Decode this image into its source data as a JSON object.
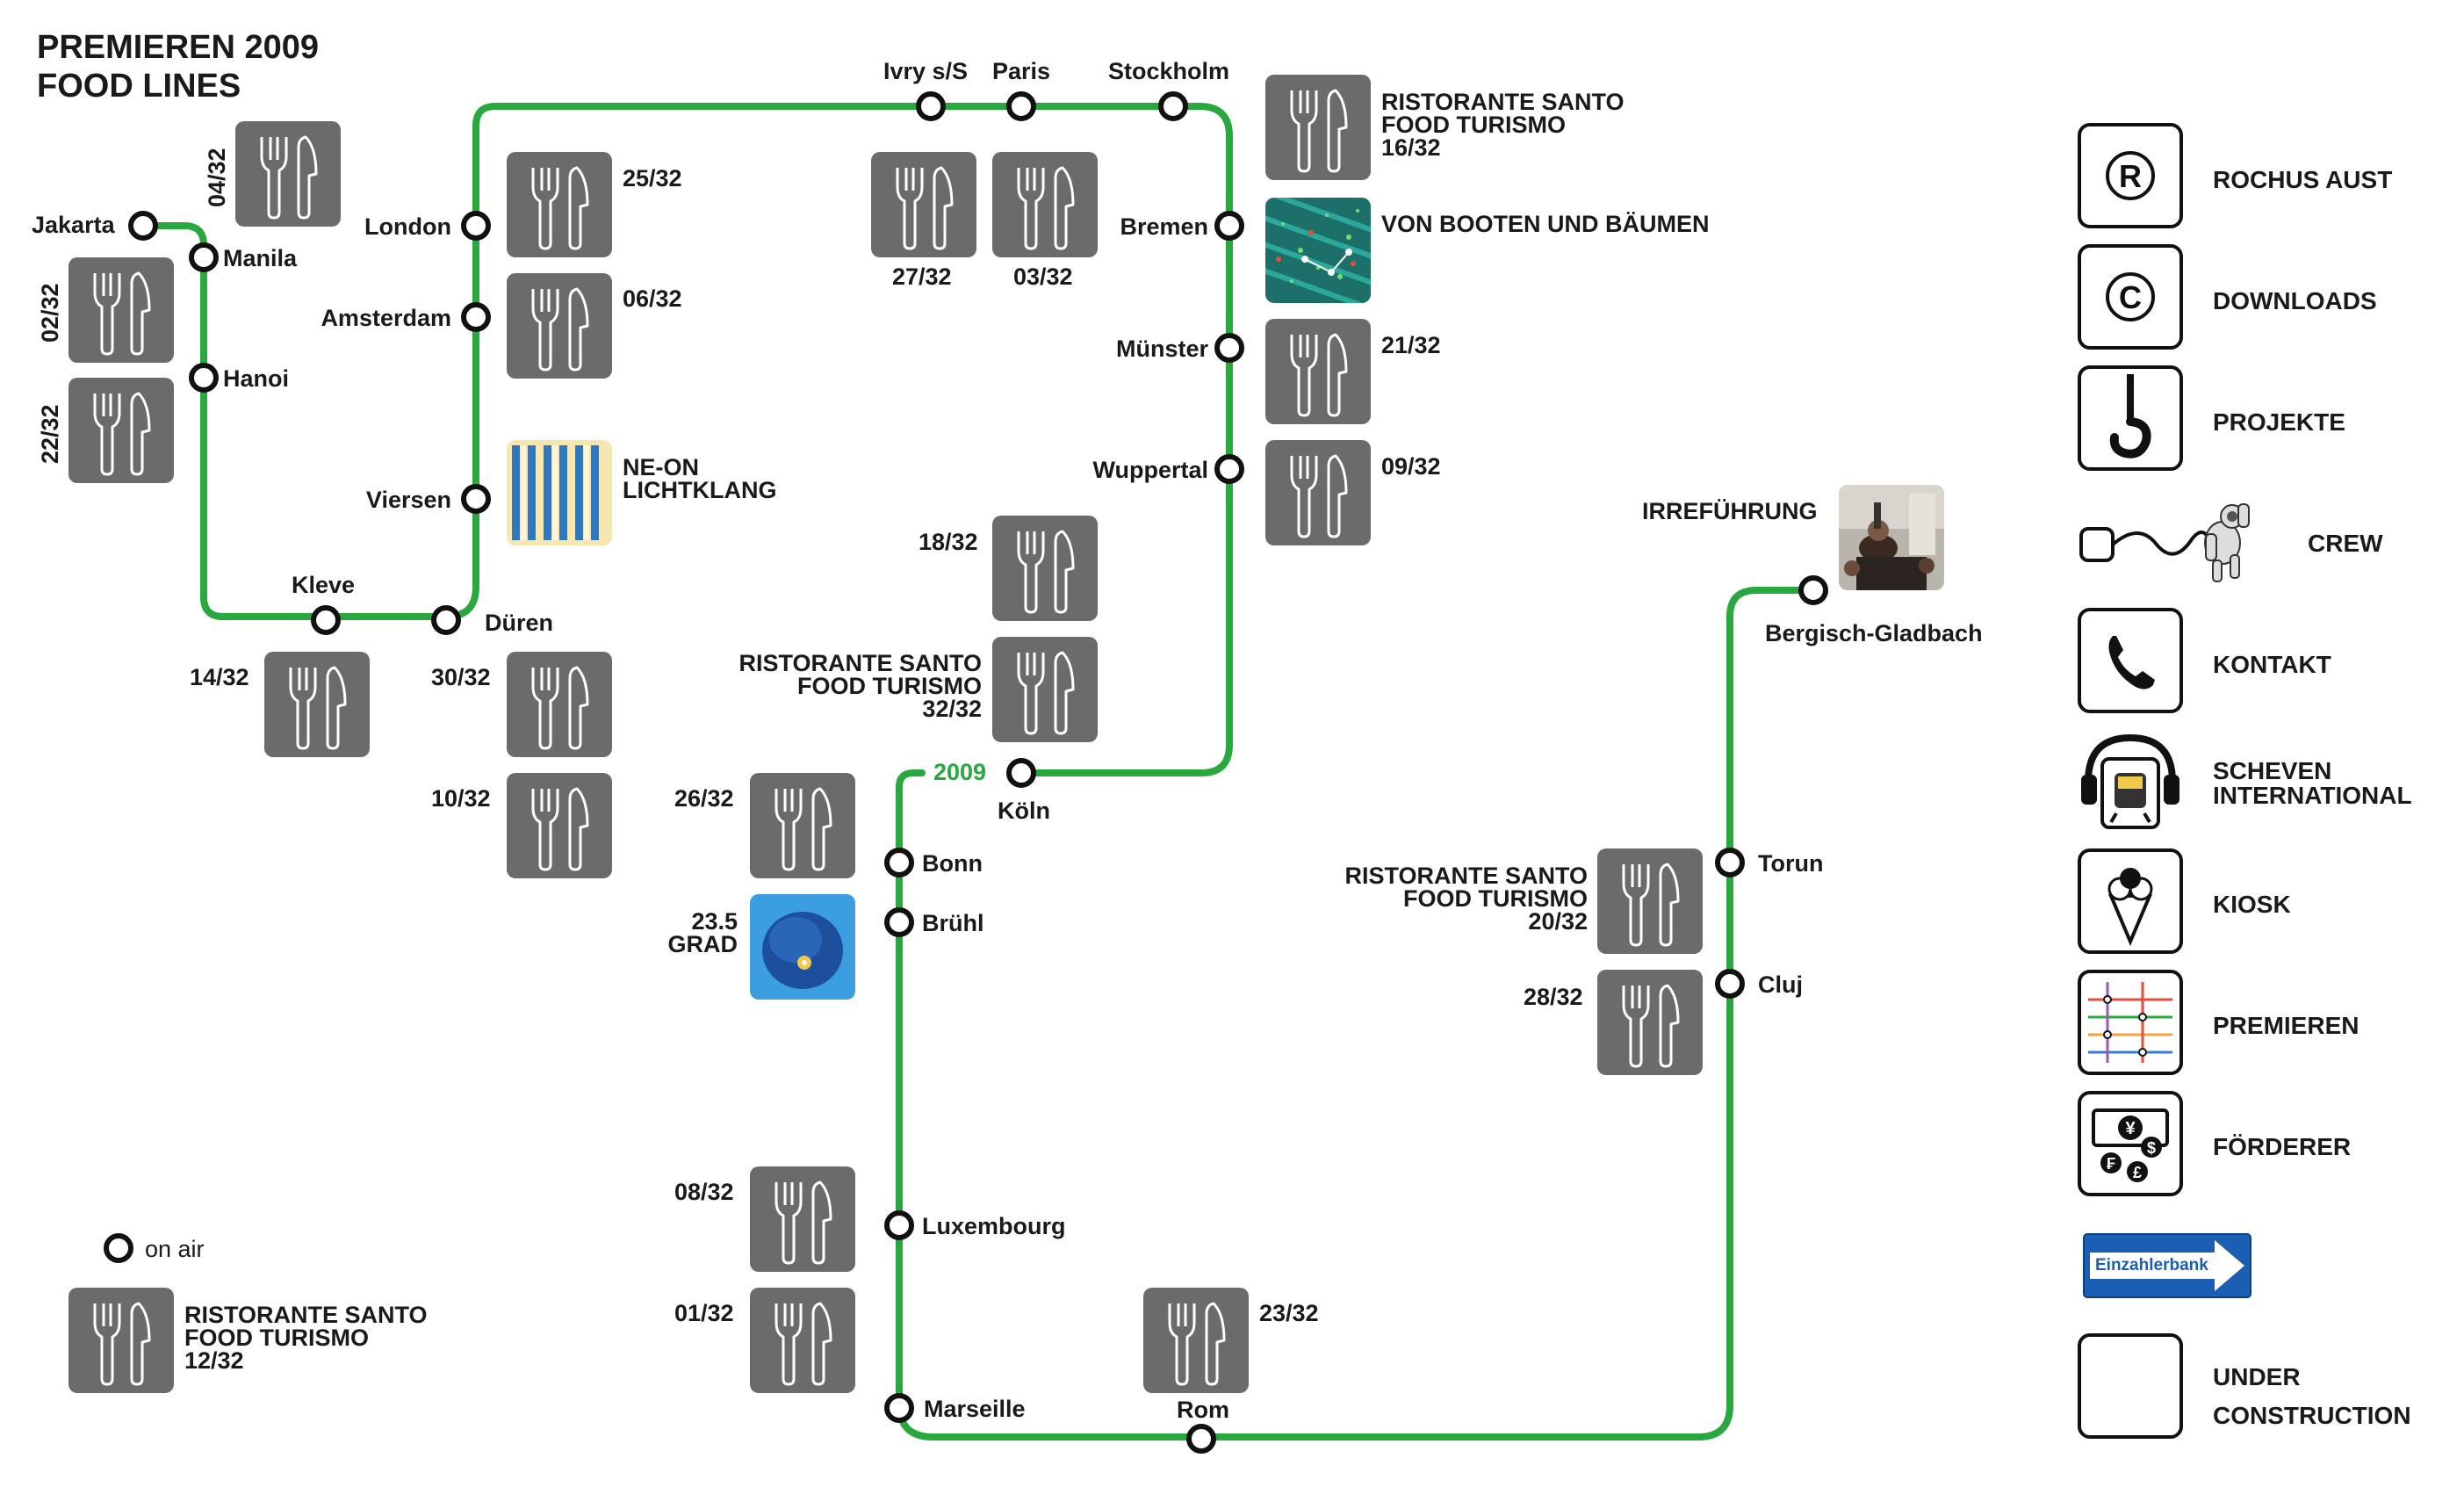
{
  "header": {
    "line1": "PREMIEREN 2009",
    "line2": "FOOD LINES"
  },
  "colors": {
    "line": "#2aa840",
    "tile": "#6b6b6b",
    "year": "#2aa840"
  },
  "stations": {
    "jakarta": "Jakarta",
    "manila": "Manila",
    "hanoi": "Hanoi",
    "kleve": "Kleve",
    "dueren": "Düren",
    "viersen": "Viersen",
    "amsterdam": "Amsterdam",
    "london": "London",
    "ivry": "Ivry s/S",
    "paris": "Paris",
    "stockholm": "Stockholm",
    "bremen": "Bremen",
    "muenster": "Münster",
    "wuppertal": "Wuppertal",
    "koeln": "Köln",
    "year": "2009",
    "bonn": "Bonn",
    "bruehl": "Brühl",
    "luxembourg": "Luxembourg",
    "marseille": "Marseille",
    "rom": "Rom",
    "cluj": "Cluj",
    "torun": "Torun",
    "bergisch": "Bergisch-Gladbach"
  },
  "tiles": {
    "t04": "04/32",
    "t02": "02/32",
    "t22": "22/32",
    "t25": "25/32",
    "t06": "06/32",
    "t14": "14/32",
    "t30": "30/32",
    "t10": "10/32",
    "t27": "27/32",
    "t03": "03/32",
    "t21": "21/32",
    "t09": "09/32",
    "t18": "18/32",
    "t26": "26/32",
    "t08": "08/32",
    "t01": "01/32",
    "t23": "23/32",
    "t28": "28/32"
  },
  "labels": {
    "santo16": [
      "RISTORANTE SANTO",
      "FOOD TURISMO",
      "16/32"
    ],
    "santo32": [
      "RISTORANTE SANTO",
      "FOOD TURISMO",
      "32/32"
    ],
    "santo20": [
      "RISTORANTE SANTO",
      "FOOD TURISMO",
      "20/32"
    ],
    "santo12": [
      "RISTORANTE SANTO",
      "FOOD TURISMO",
      "12/32"
    ],
    "booten": "VON BOOTEN UND BÄUMEN",
    "neon": [
      "NE-ON",
      "LICHTKLANG"
    ],
    "grad": [
      "23.5",
      "GRAD"
    ],
    "irre": "IRREFÜHRUNG"
  },
  "legend": {
    "onair": "on air"
  },
  "menu": [
    {
      "label": "ROCHUS AUST",
      "icon": "registered-icon"
    },
    {
      "label": "DOWNLOADS",
      "icon": "copyright-icon"
    },
    {
      "label": "PROJEKTE",
      "icon": "hook-icon"
    },
    {
      "label": "CREW",
      "icon": "astronaut-icon"
    },
    {
      "label": "KONTAKT",
      "icon": "phone-icon"
    },
    {
      "label": [
        "SCHEVEN",
        "INTERNATIONAL"
      ],
      "icon": "headphones-train-icon"
    },
    {
      "label": "KIOSK",
      "icon": "ice-cream-icon"
    },
    {
      "label": "PREMIEREN",
      "icon": "metro-map-icon"
    },
    {
      "label": "FÖRDERER",
      "icon": "money-icon"
    },
    {
      "label": "Einzahlerbank",
      "icon": "direction-sign-icon"
    },
    {
      "label": [
        "UNDER",
        "CONSTRUCTION"
      ],
      "icon": "empty-box-icon"
    }
  ]
}
